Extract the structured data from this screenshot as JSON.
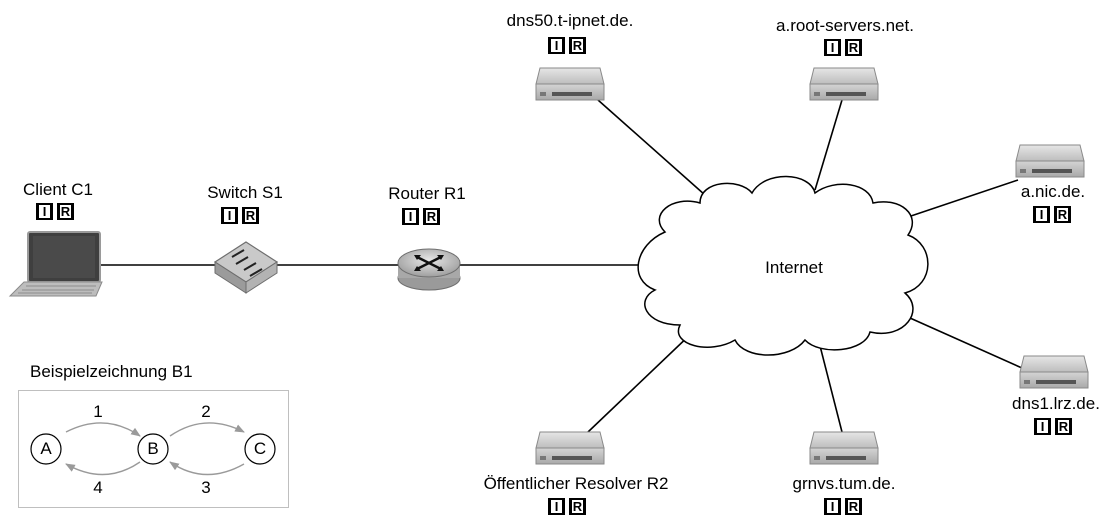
{
  "nodes": {
    "client": {
      "name": "Client C1",
      "badges": [
        "I",
        "R"
      ]
    },
    "switch": {
      "name": "Switch S1",
      "badges": [
        "I",
        "R"
      ]
    },
    "router": {
      "name": "Router R1",
      "badges": [
        "I",
        "R"
      ]
    },
    "internet": {
      "name": "Internet"
    },
    "dns50": {
      "name": "dns50.t-ipnet.de.",
      "badges": [
        "I",
        "R"
      ]
    },
    "aroot": {
      "name": "a.root-servers.net.",
      "badges": [
        "I",
        "R"
      ]
    },
    "anic": {
      "name": "a.nic.de.",
      "badges": [
        "I",
        "R"
      ]
    },
    "dns1lrz": {
      "name": "dns1.lrz.de.",
      "badges": [
        "I",
        "R"
      ]
    },
    "grnvs": {
      "name": "grnvs.tum.de.",
      "badges": [
        "I",
        "R"
      ]
    },
    "resolver": {
      "name": "Öffentlicher Resolver R2",
      "badges": [
        "I",
        "R"
      ]
    }
  },
  "legend": {
    "title": "Beispielzeichnung B1",
    "nodes": [
      "A",
      "B",
      "C"
    ],
    "arrows": [
      "1",
      "2",
      "3",
      "4"
    ]
  },
  "colors": {
    "line": "#000000",
    "legend_arrow": "#9a9a9a",
    "device_gray": "#c8c8c8",
    "laptop_screen": "#4a4a4a"
  }
}
